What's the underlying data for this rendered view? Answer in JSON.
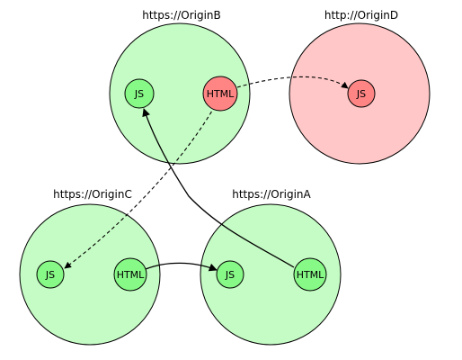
{
  "colors": {
    "secure_origin_fill": "#c5fcc5",
    "secure_node_fill": "#86f986",
    "insecure_origin_fill": "#ffc7c7",
    "insecure_node_fill": "#ff8585",
    "stroke": "#000000"
  },
  "origins": {
    "b": {
      "label": "https://OriginB"
    },
    "d": {
      "label": "http://OriginD"
    },
    "c": {
      "label": "https://OriginC"
    },
    "a": {
      "label": "https://OriginA"
    }
  },
  "nodes": {
    "b_js": "JS",
    "b_html": "HTML",
    "d_js": "JS",
    "c_js": "JS",
    "c_html": "HTML",
    "a_js": "JS",
    "a_html": "HTML"
  },
  "links": [
    {
      "from": "b_html",
      "to": "d_js",
      "style": "dashed"
    },
    {
      "from": "b_html",
      "to": "c_js",
      "style": "dashed"
    },
    {
      "from": "c_html",
      "to": "a_js",
      "style": "solid"
    },
    {
      "from": "a_html",
      "to": "b_js",
      "style": "solid"
    }
  ]
}
